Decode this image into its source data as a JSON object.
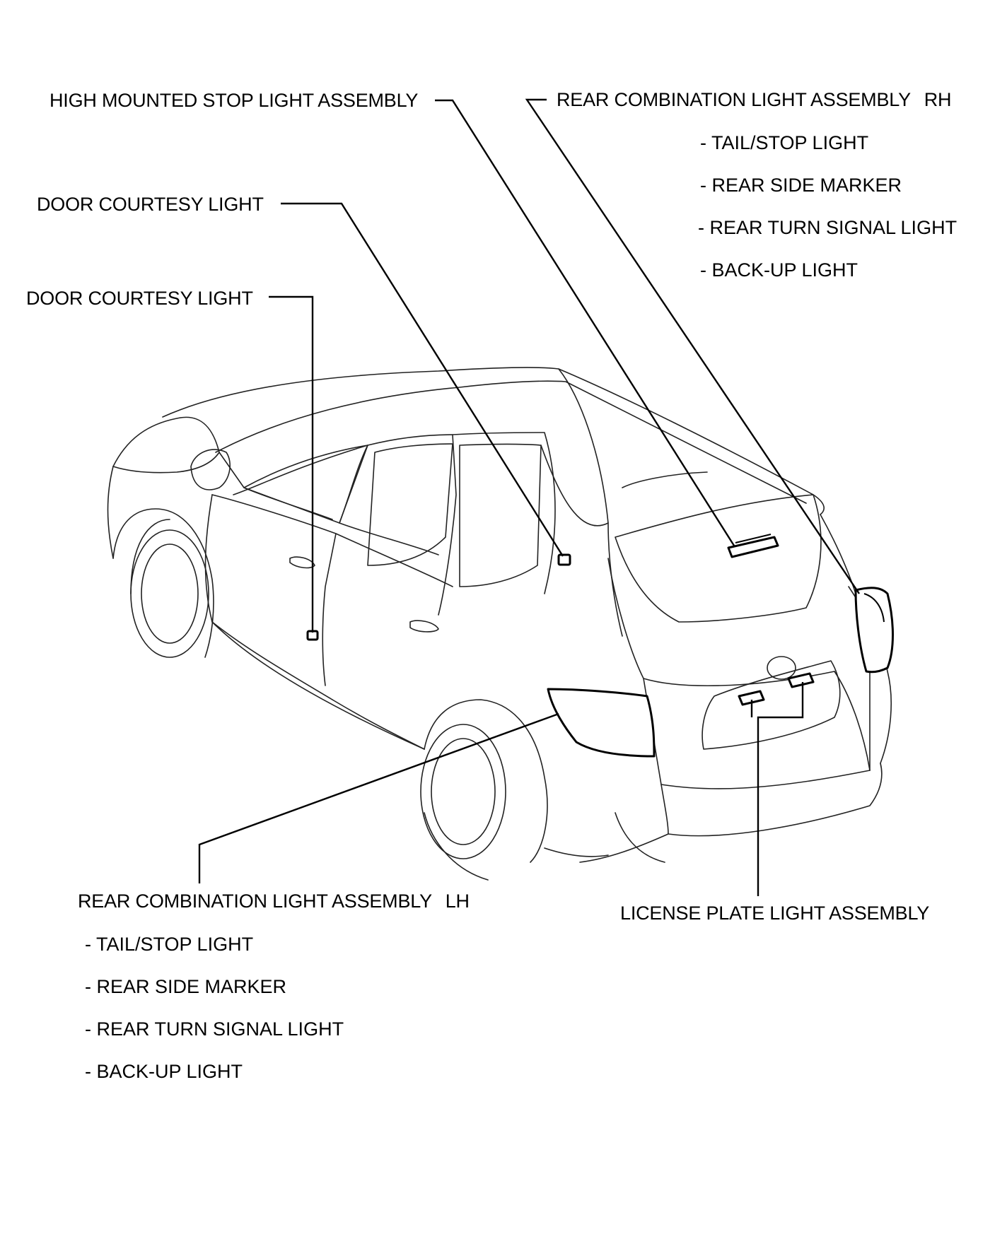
{
  "labels": {
    "high_mounted_stop": "HIGH MOUNTED STOP LIGHT ASSEMBLY",
    "door_courtesy_upper": "DOOR COURTESY LIGHT",
    "door_courtesy_lower": "DOOR COURTESY LIGHT",
    "rear_combo_rh": {
      "title": "REAR COMBINATION LIGHT ASSEMBLY",
      "side": "RH",
      "items": [
        "- TAIL/STOP LIGHT",
        "- REAR SIDE MARKER",
        "- REAR TURN SIGNAL LIGHT",
        "- BACK-UP LIGHT"
      ]
    },
    "rear_combo_lh": {
      "title": "REAR COMBINATION LIGHT ASSEMBLY",
      "side": "LH",
      "items": [
        "- TAIL/STOP LIGHT",
        "- REAR SIDE MARKER",
        "- REAR TURN SIGNAL LIGHT",
        "- BACK-UP LIGHT"
      ]
    },
    "license_plate": "LICENSE PLATE LIGHT ASSEMBLY"
  }
}
